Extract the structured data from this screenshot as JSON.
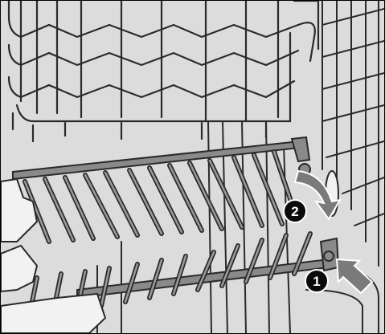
{
  "illustration": {
    "subject": "dishwasher-rack-insert",
    "colors": {
      "background": "#dcdcdc",
      "wire": "#2a2a2a",
      "rod_fill": "#8a8a8a",
      "arrow": "#7a7a7a",
      "badge": "#0a0a0a"
    },
    "steps": [
      {
        "number": "1"
      },
      {
        "number": "2"
      }
    ]
  }
}
